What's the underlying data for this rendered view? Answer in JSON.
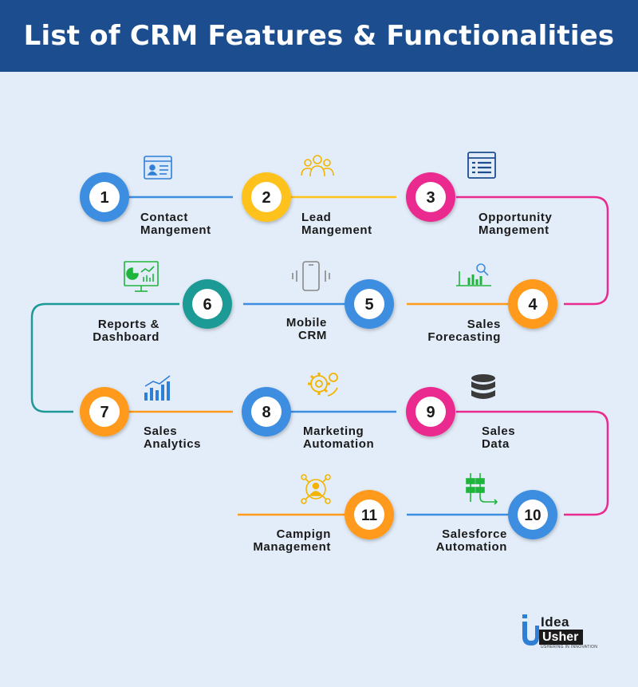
{
  "title": "List of CRM Features & Functionalities",
  "colors": {
    "header": "#1c4e8f",
    "background": "#e3edf9",
    "blue": "#3d8ee0",
    "yellow": "#ffc21a",
    "pink": "#ea2a8f",
    "orange": "#ff9a1a",
    "teal": "#1d9a96",
    "green": "#1fb53c"
  },
  "nodes": [
    {
      "number": "1",
      "line1": "Contact",
      "line2": "Mangement",
      "icon": "contact-card-icon"
    },
    {
      "number": "2",
      "line1": "Lead",
      "line2": "Mangement",
      "icon": "group-icon"
    },
    {
      "number": "3",
      "line1": "Opportunity",
      "line2": "Mangement",
      "icon": "list-grid-icon"
    },
    {
      "number": "4",
      "line1": "Sales",
      "line2": "Forecasting",
      "icon": "bar-search-icon"
    },
    {
      "number": "5",
      "line1": "Mobile",
      "line2": "CRM",
      "icon": "mobile-phone-icon"
    },
    {
      "number": "6",
      "line1": "Reports &",
      "line2": "Dashboard",
      "icon": "dashboard-monitor-icon"
    },
    {
      "number": "7",
      "line1": "Sales",
      "line2": "Analytics",
      "icon": "bar-chart-icon"
    },
    {
      "number": "8",
      "line1": "Marketing",
      "line2": "Automation",
      "icon": "gear-automation-icon"
    },
    {
      "number": "9",
      "line1": "Sales",
      "line2": "Data",
      "icon": "database-icon"
    },
    {
      "number": "10",
      "line1": "Salesforce",
      "line2": "Automation",
      "icon": "workflow-icon"
    },
    {
      "number": "11",
      "line1": "Campign",
      "line2": "Management",
      "icon": "target-person-icon"
    }
  ],
  "logo": {
    "word1": "Idea",
    "word2": "Usher",
    "tagline": "USHERING IN INNOVATION"
  }
}
